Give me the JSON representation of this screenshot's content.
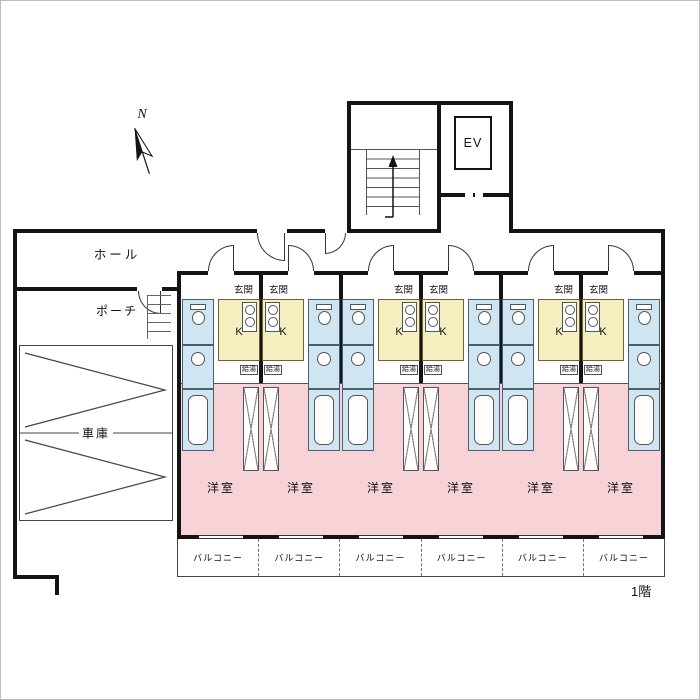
{
  "page": {
    "compass_label": "N",
    "floor_label": "1階"
  },
  "areas": {
    "hall": "ホール",
    "porch": "ポーチ",
    "garage": "車庫",
    "elevator": "EV"
  },
  "units": [
    {
      "entrance": "玄関",
      "kitchen": "K",
      "water_heater": "給湯",
      "room": "洋室",
      "balcony": "バルコニー"
    },
    {
      "entrance": "玄関",
      "kitchen": "K",
      "water_heater": "給湯",
      "room": "洋室",
      "balcony": "バルコニー"
    },
    {
      "entrance": "玄関",
      "kitchen": "K",
      "water_heater": "給湯",
      "room": "洋室",
      "balcony": "バルコニー"
    },
    {
      "entrance": "玄関",
      "kitchen": "K",
      "water_heater": "給湯",
      "room": "洋室",
      "balcony": "バルコニー"
    },
    {
      "entrance": "玄関",
      "kitchen": "K",
      "water_heater": "給湯",
      "room": "洋室",
      "balcony": "バルコニー"
    },
    {
      "entrance": "玄関",
      "kitchen": "K",
      "water_heater": "給湯",
      "room": "洋室",
      "balcony": "バルコニー"
    }
  ],
  "colors": {
    "room-pink": "#f7d3d8",
    "wet-blue": "#cfe6f2",
    "kitchen-yellow": "#f5efc0",
    "wall": "#141414"
  }
}
